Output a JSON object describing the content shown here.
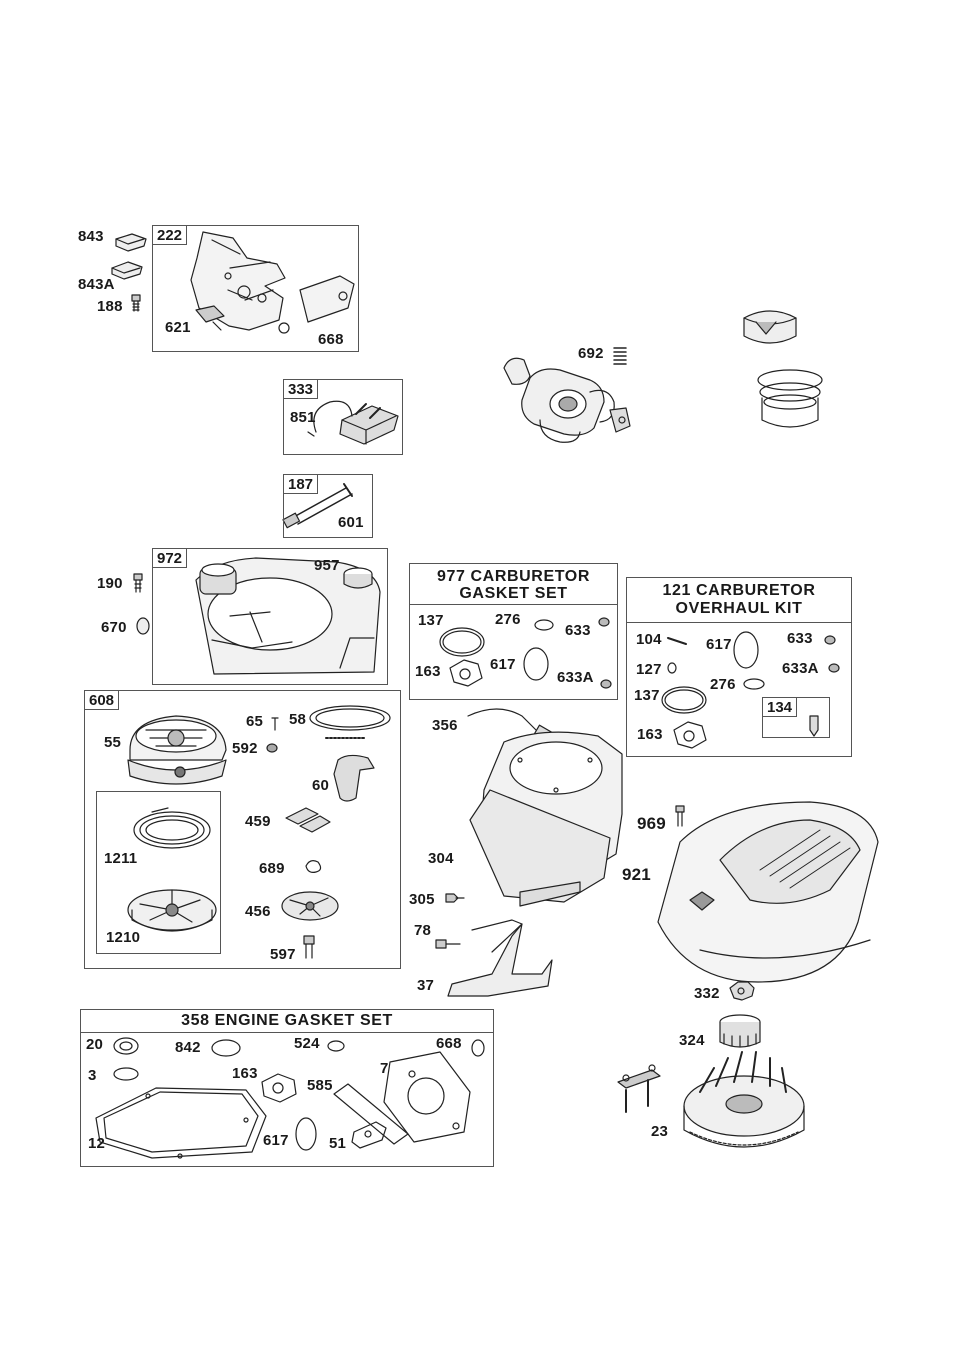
{
  "diagram": {
    "callouts": {
      "c843": "843",
      "c843a": "843A",
      "c188": "188",
      "c222": "222",
      "c621": "621",
      "c668a": "668",
      "c333": "333",
      "c851": "851",
      "c187": "187",
      "c601": "601",
      "c692": "692",
      "c190": "190",
      "c670": "670",
      "c972": "972",
      "c957": "957",
      "c608": "608",
      "c55": "55",
      "c65": "65",
      "c58": "58",
      "c592": "592",
      "c60": "60",
      "c459": "459",
      "c1211": "1211",
      "c689": "689",
      "c456": "456",
      "c1210": "1210",
      "c597": "597",
      "c356": "356",
      "c969": "969",
      "c304": "304",
      "c921": "921",
      "c305": "305",
      "c78": "78",
      "c37": "37",
      "c332": "332",
      "c324": "324",
      "c23": "23"
    },
    "gasket977": {
      "title_line1": "977 CARBURETOR",
      "title_line2": "GASKET SET",
      "c137": "137",
      "c276": "276",
      "c633": "633",
      "c163": "163",
      "c617": "617",
      "c633a": "633A"
    },
    "kit121": {
      "title_line1": "121 CARBURETOR",
      "title_line2": "OVERHAUL KIT",
      "c104": "104",
      "c617": "617",
      "c633": "633",
      "c127": "127",
      "c633a": "633A",
      "c137": "137",
      "c276": "276",
      "c163": "163",
      "c134": "134"
    },
    "gasket358": {
      "title": "358 ENGINE GASKET SET",
      "c20": "20",
      "c842": "842",
      "c524": "524",
      "c668": "668",
      "c3": "3",
      "c163": "163",
      "c585": "585",
      "c7": "7",
      "c12": "12",
      "c617": "617",
      "c51": "51"
    }
  }
}
